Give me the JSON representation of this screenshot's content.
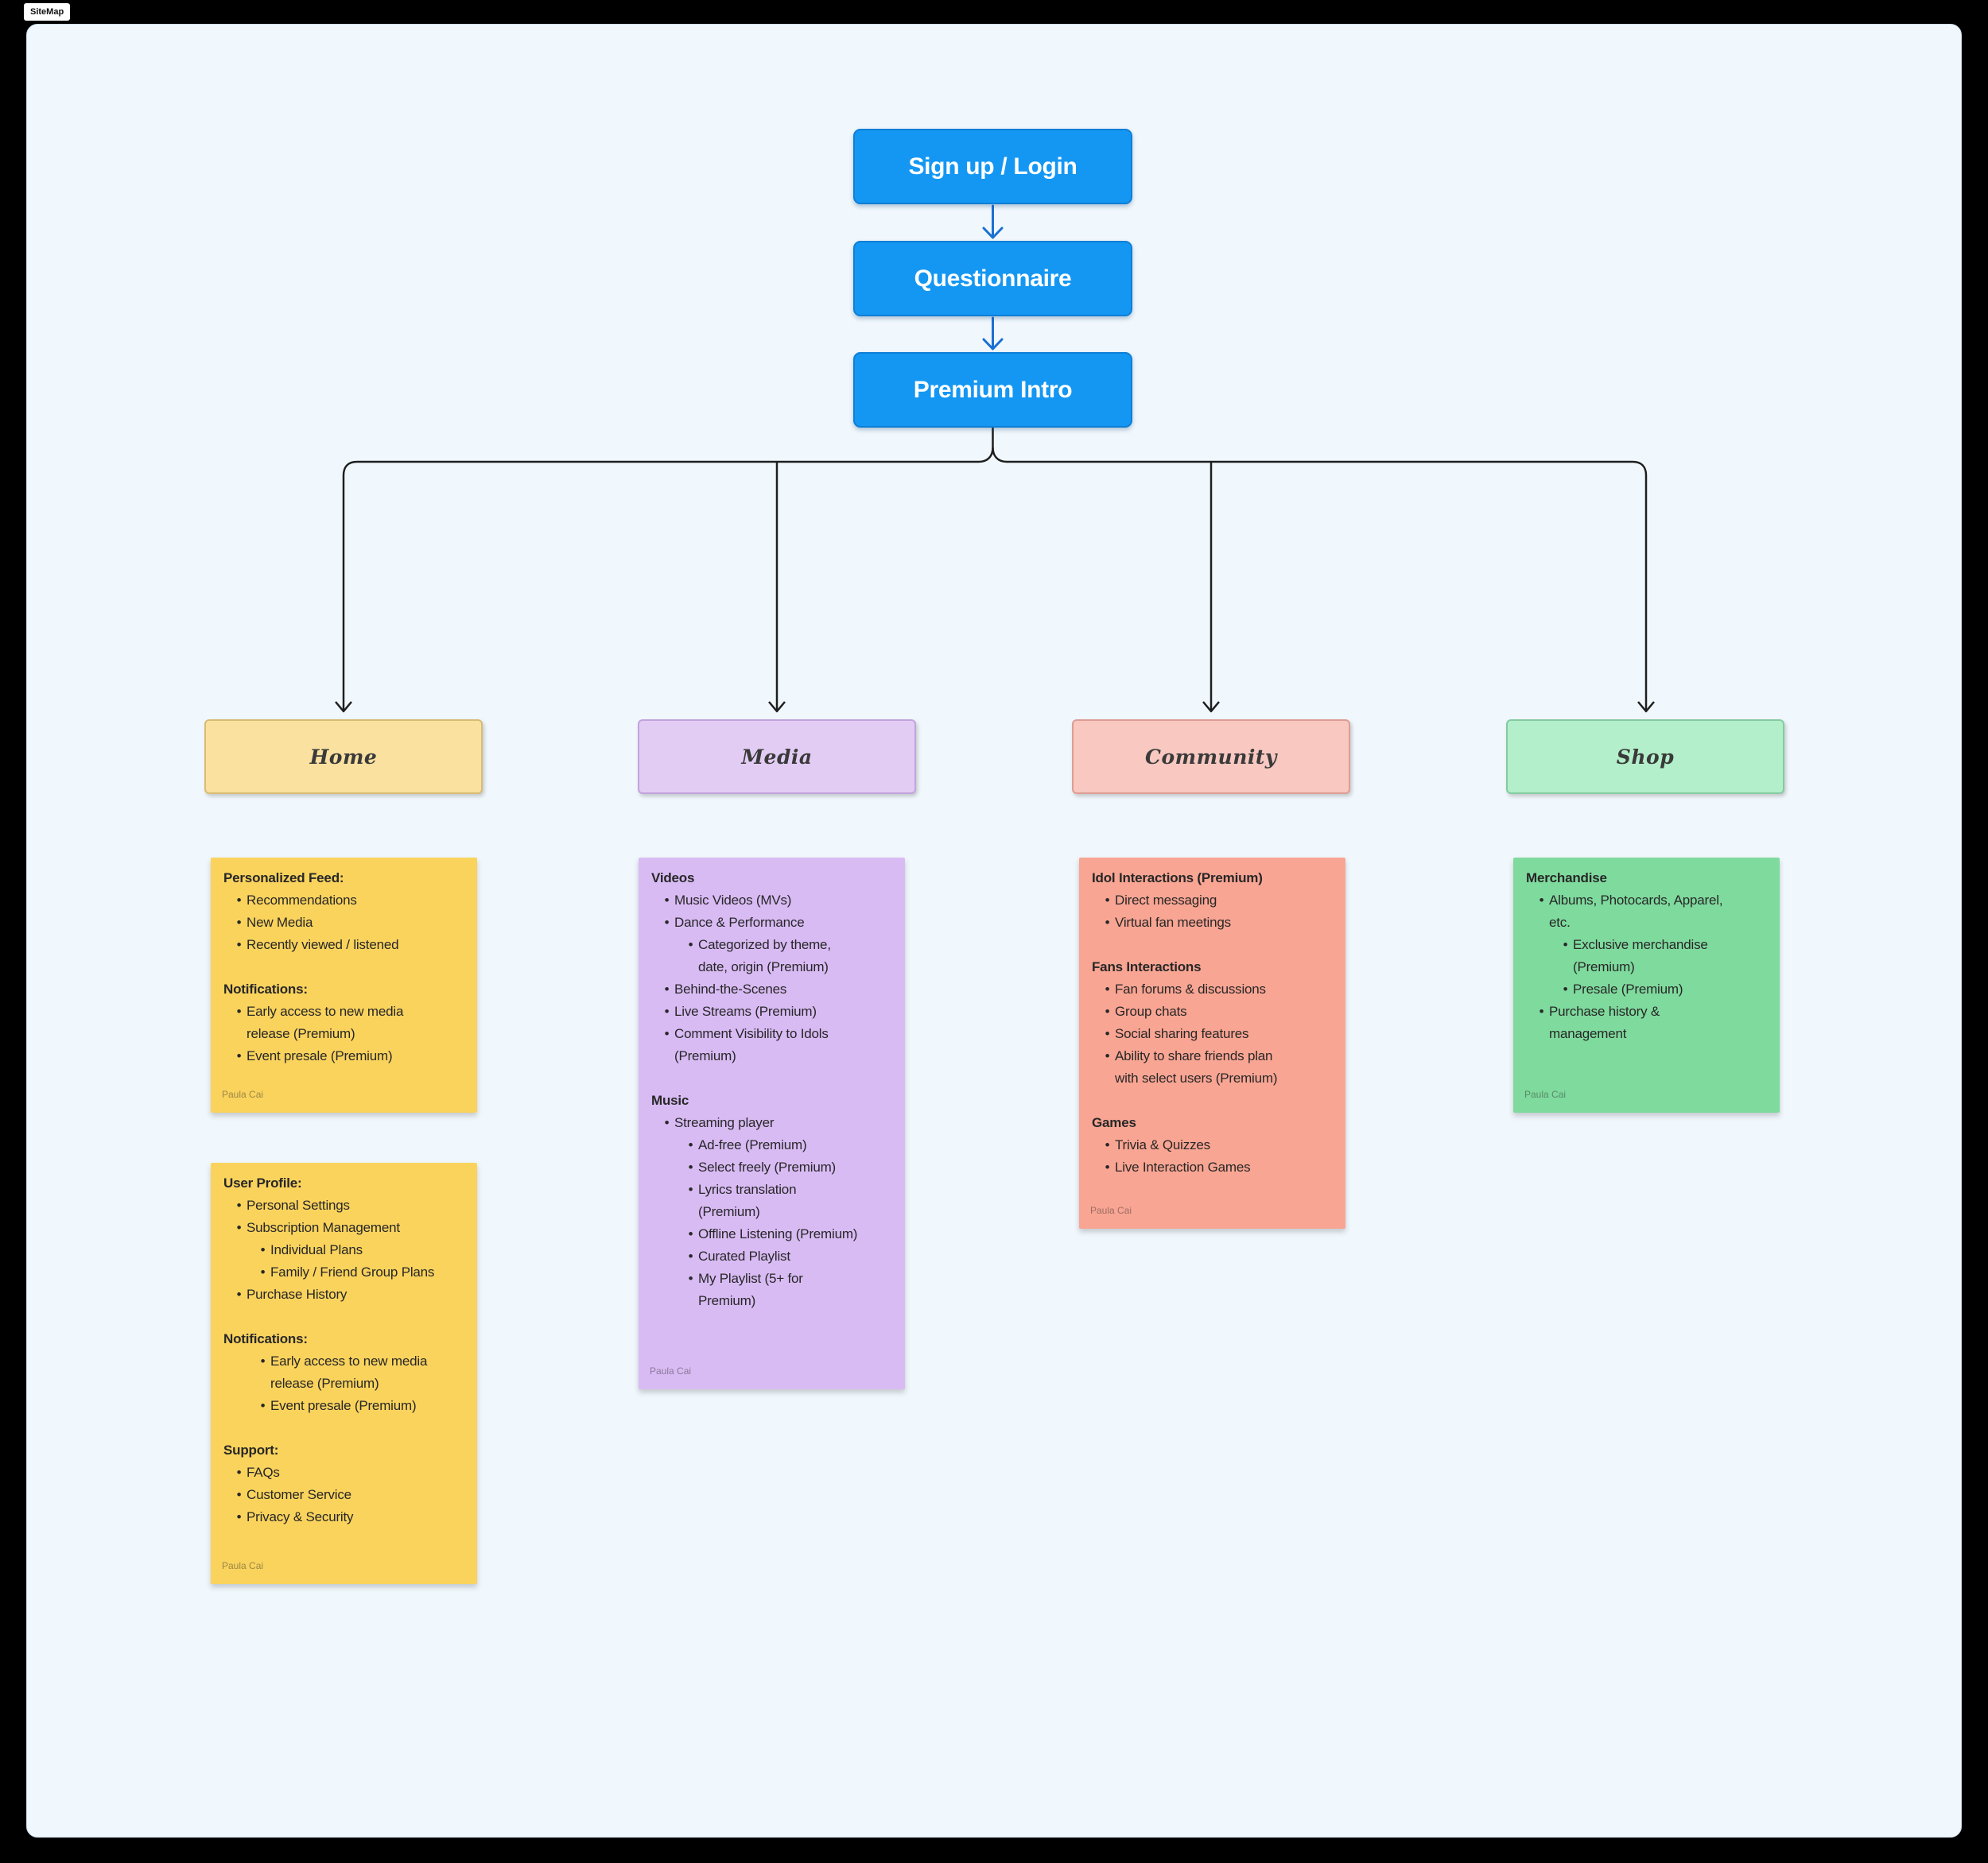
{
  "tab_label": "SiteMap",
  "colors": {
    "canvas_bg": "#F1F8FD",
    "flow_fill": "#1497F3",
    "flow_border": "#0D7FD6",
    "flow_arrow_blue": "#1A70D2",
    "connector_black": "#1F1F1F"
  },
  "flow": {
    "steps": [
      {
        "label": "Sign up / Login"
      },
      {
        "label": "Questionnaire"
      },
      {
        "label": "Premium Intro"
      }
    ]
  },
  "categories": [
    {
      "id": "home",
      "label": "Home",
      "fill": "#FAE1A0",
      "border": "#D8BC74"
    },
    {
      "id": "media",
      "label": "Media",
      "fill": "#E3CCF4",
      "border": "#C2A4DD"
    },
    {
      "id": "community",
      "label": "Community",
      "fill": "#F8C8C1",
      "border": "#DE9D95"
    },
    {
      "id": "shop",
      "label": "Shop",
      "fill": "#B3EFCA",
      "border": "#85CBA1"
    }
  ],
  "notes": [
    {
      "id": "home-1",
      "fill": "#FAD35D",
      "author": "Paula Cai",
      "sections": [
        {
          "title": "Personalized Feed:",
          "items": [
            {
              "level": 1,
              "text": "Recommendations"
            },
            {
              "level": 1,
              "text": "New Media"
            },
            {
              "level": 1,
              "text": "Recently viewed / listened"
            }
          ]
        },
        {
          "title": "Notifications:",
          "items": [
            {
              "level": 1,
              "text": "Early access to new media\nrelease (Premium)"
            },
            {
              "level": 1,
              "text": "Event presale (Premium)"
            }
          ]
        }
      ]
    },
    {
      "id": "home-2",
      "fill": "#FAD35D",
      "author": "Paula Cai",
      "sections": [
        {
          "title": "User Profile:",
          "items": [
            {
              "level": 1,
              "text": "Personal Settings"
            },
            {
              "level": 1,
              "text": "Subscription Management"
            },
            {
              "level": 2,
              "text": "Individual Plans"
            },
            {
              "level": 2,
              "text": "Family / Friend Group Plans"
            },
            {
              "level": 1,
              "text": "Purchase History"
            }
          ]
        },
        {
          "title": "Notifications:",
          "items": [
            {
              "level": 2,
              "text": "Early access to new media\nrelease (Premium)"
            },
            {
              "level": 2,
              "text": "Event presale (Premium)"
            }
          ]
        },
        {
          "title": "Support:",
          "items": [
            {
              "level": 1,
              "text": "FAQs"
            },
            {
              "level": 1,
              "text": "Customer Service"
            },
            {
              "level": 1,
              "text": "Privacy & Security"
            }
          ]
        }
      ]
    },
    {
      "id": "media",
      "fill": "#D9BBF4",
      "author": "Paula Cai",
      "sections": [
        {
          "title": "Videos",
          "items": [
            {
              "level": 1,
              "text": "Music Videos (MVs)"
            },
            {
              "level": 1,
              "text": "Dance & Performance"
            },
            {
              "level": 2,
              "text": "Categorized by theme,\ndate, origin (Premium)"
            },
            {
              "level": 1,
              "text": "Behind-the-Scenes"
            },
            {
              "level": 1,
              "text": "Live Streams (Premium)"
            },
            {
              "level": 1,
              "text": "Comment Visibility to Idols\n(Premium)"
            }
          ]
        },
        {
          "title": "Music",
          "items": [
            {
              "level": 1,
              "text": "Streaming player"
            },
            {
              "level": 2,
              "text": "Ad-free (Premium)"
            },
            {
              "level": 2,
              "text": "Select freely (Premium)"
            },
            {
              "level": 2,
              "text": "Lyrics translation\n(Premium)"
            },
            {
              "level": 2,
              "text": "Offline Listening (Premium)"
            },
            {
              "level": 2,
              "text": "Curated Playlist"
            },
            {
              "level": 2,
              "text": "My Playlist (5+ for\nPremium)"
            }
          ]
        }
      ]
    },
    {
      "id": "community",
      "fill": "#F9A593",
      "author": "Paula Cai",
      "sections": [
        {
          "title": "Idol Interactions (Premium)",
          "items": [
            {
              "level": 1,
              "text": "Direct messaging"
            },
            {
              "level": 1,
              "text": "Virtual fan meetings"
            }
          ]
        },
        {
          "title": "Fans Interactions",
          "items": [
            {
              "level": 1,
              "text": "Fan forums & discussions"
            },
            {
              "level": 1,
              "text": "Group chats"
            },
            {
              "level": 1,
              "text": "Social sharing features"
            },
            {
              "level": 1,
              "text": "Ability to share friends plan\nwith select users (Premium)"
            }
          ]
        },
        {
          "title": "Games",
          "items": [
            {
              "level": 1,
              "text": "Trivia & Quizzes"
            },
            {
              "level": 1,
              "text": "Live Interaction Games"
            }
          ]
        }
      ]
    },
    {
      "id": "shop",
      "fill": "#7FDA9D",
      "author": "Paula Cai",
      "sections": [
        {
          "title": "Merchandise",
          "items": [
            {
              "level": 1,
              "text": "Albums, Photocards, Apparel,\netc."
            },
            {
              "level": 2,
              "text": "Exclusive merchandise\n(Premium)"
            },
            {
              "level": 2,
              "text": "Presale (Premium)"
            },
            {
              "level": 1,
              "text": "Purchase history &\nmanagement"
            }
          ]
        }
      ]
    }
  ]
}
